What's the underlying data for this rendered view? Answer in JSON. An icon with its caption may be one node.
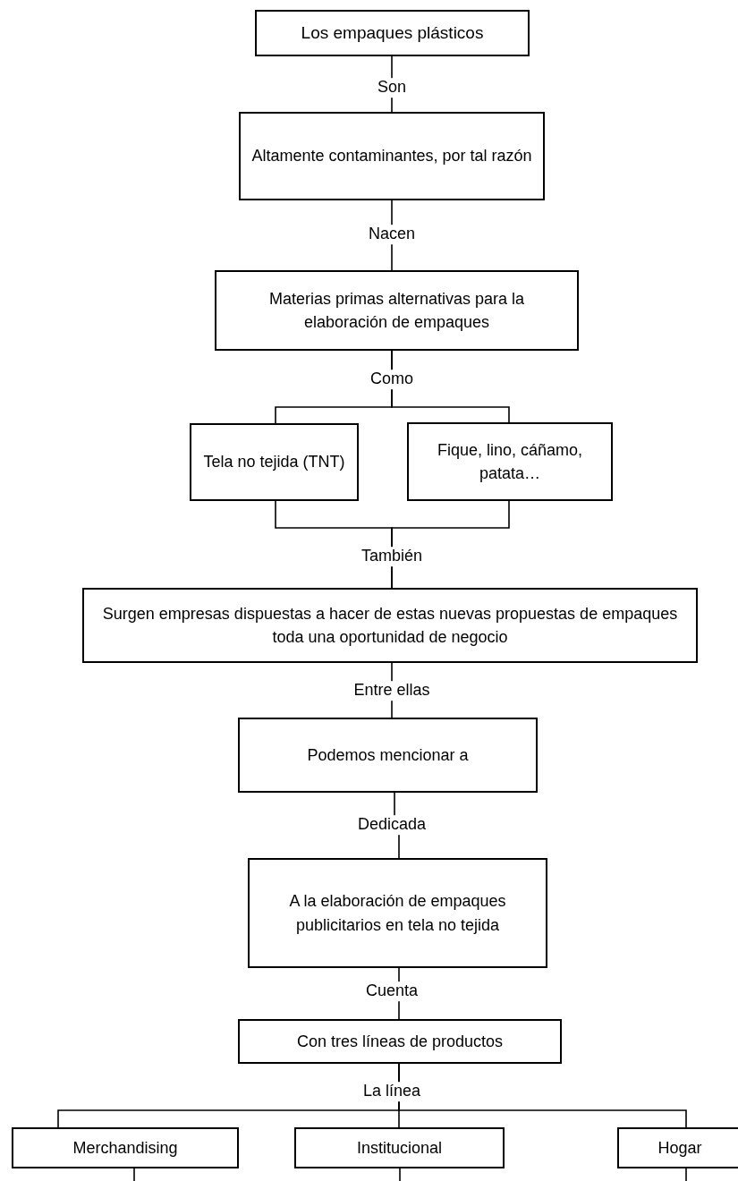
{
  "diagram": {
    "nodes": [
      {
        "text": [
          "Los empaques plásticos"
        ]
      },
      {
        "text": [
          "Altamente contaminantes, por tal razón"
        ]
      },
      {
        "text": [
          "Materias primas alternativas para la elaboración de empaques"
        ]
      },
      {
        "text": [
          "Tela no tejida (TNT)"
        ]
      },
      {
        "text": [
          "Fique, lino, cáñamo, patata…"
        ]
      },
      {
        "text": [
          "Surgen empresas dispuestas a hacer de estas nuevas propuestas de empaques toda una oportunidad de negocio"
        ]
      },
      {
        "text": [
          "Podemos mencionar a"
        ]
      },
      {
        "text": [
          "A la elaboración de empaques publicitarios en tela no tejida"
        ]
      },
      {
        "text": [
          "Con tres líneas de productos"
        ]
      },
      {
        "text": [
          "Merchandising"
        ]
      },
      {
        "text": [
          "Institucional"
        ]
      },
      {
        "text": [
          "Hogar"
        ]
      }
    ],
    "edges": [
      {
        "from": 0,
        "to": 1,
        "arrow": "none",
        "label": "Son"
      },
      {
        "from": 1,
        "to": 2,
        "arrow": "none",
        "label": "Nacen"
      },
      {
        "from": 2,
        "to": 3,
        "arrow": "none",
        "label": "Como"
      },
      {
        "from": 2,
        "to": 4,
        "arrow": "none"
      },
      {
        "from": 3,
        "to": 5,
        "arrow": "none",
        "label": "También"
      },
      {
        "from": 4,
        "to": 5,
        "arrow": "none"
      },
      {
        "from": 5,
        "to": 6,
        "arrow": "none",
        "label": "Entre ellas"
      },
      {
        "from": 6,
        "to": 7,
        "arrow": "none",
        "label": "Dedicada"
      },
      {
        "from": 7,
        "to": 8,
        "arrow": "none",
        "label": "Cuenta"
      },
      {
        "from": 8,
        "to": 9,
        "arrow": "none",
        "label": "La línea"
      },
      {
        "from": 8,
        "to": 10,
        "arrow": "none"
      },
      {
        "from": 8,
        "to": 11,
        "arrow": "none"
      },
      {
        "from": 9,
        "to": null,
        "arrow": "none"
      },
      {
        "from": 10,
        "to": null,
        "arrow": "none"
      },
      {
        "from": 11,
        "to": null,
        "arrow": "none"
      }
    ]
  }
}
